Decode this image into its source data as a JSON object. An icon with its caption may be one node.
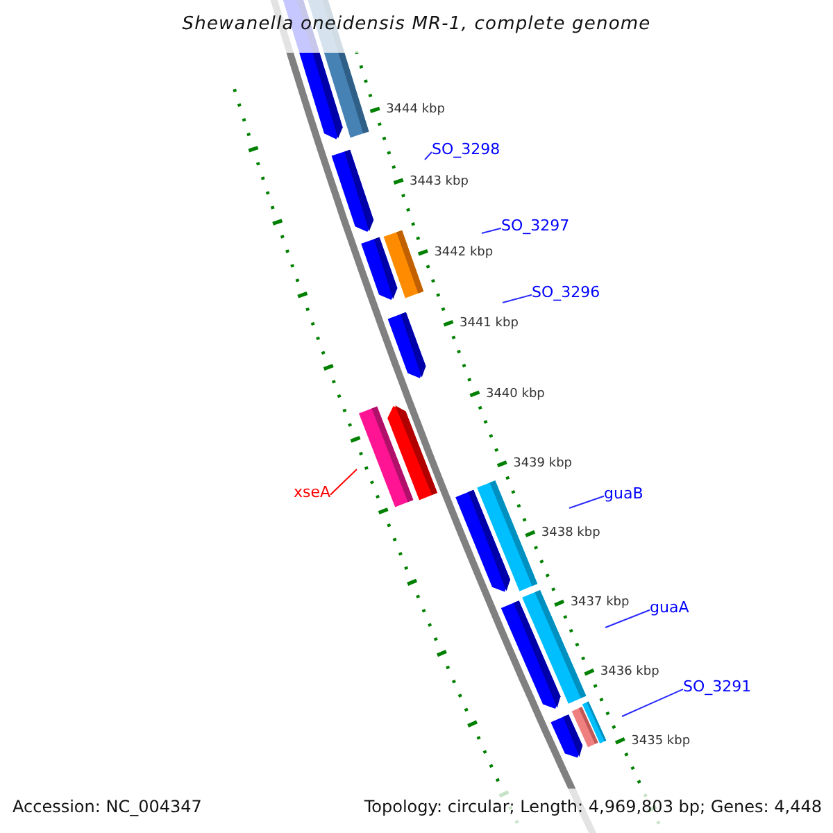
{
  "diagram": {
    "title": "Shewanella oneidensis MR-1, complete genome",
    "nodes": [
      {
        "text": [
          "SO_3298"
        ]
      },
      {
        "text": [
          "SO_3297"
        ]
      },
      {
        "text": [
          "SO_3296"
        ]
      },
      {
        "text": [
          "xseA"
        ]
      },
      {
        "text": [
          "guaB"
        ]
      },
      {
        "text": [
          "guaA"
        ]
      },
      {
        "text": [
          "SO_3291"
        ]
      }
    ],
    "edges": [
      {
        "from": 0,
        "to": null,
        "arrow": "none"
      },
      {
        "from": 1,
        "to": null,
        "arrow": "none"
      },
      {
        "from": 2,
        "to": null,
        "arrow": "none"
      },
      {
        "from": 3,
        "to": null,
        "arrow": "none",
        "color": "#ff0000"
      },
      {
        "from": 4,
        "to": null,
        "arrow": "none"
      },
      {
        "from": 5,
        "to": null,
        "arrow": "none"
      },
      {
        "from": 6,
        "to": null,
        "arrow": "none"
      }
    ],
    "labels": [
      "3444 kbp",
      "3443 kbp",
      "3442 kbp",
      "3441 kbp",
      "3440 kbp",
      "3439 kbp",
      "3438 kbp",
      "3437 kbp",
      "3436 kbp",
      "3435 kbp",
      "Accession: NC_004347",
      "Topology: circular; Length: 4,969,803 bp; Genes: 4,448"
    ]
  }
}
